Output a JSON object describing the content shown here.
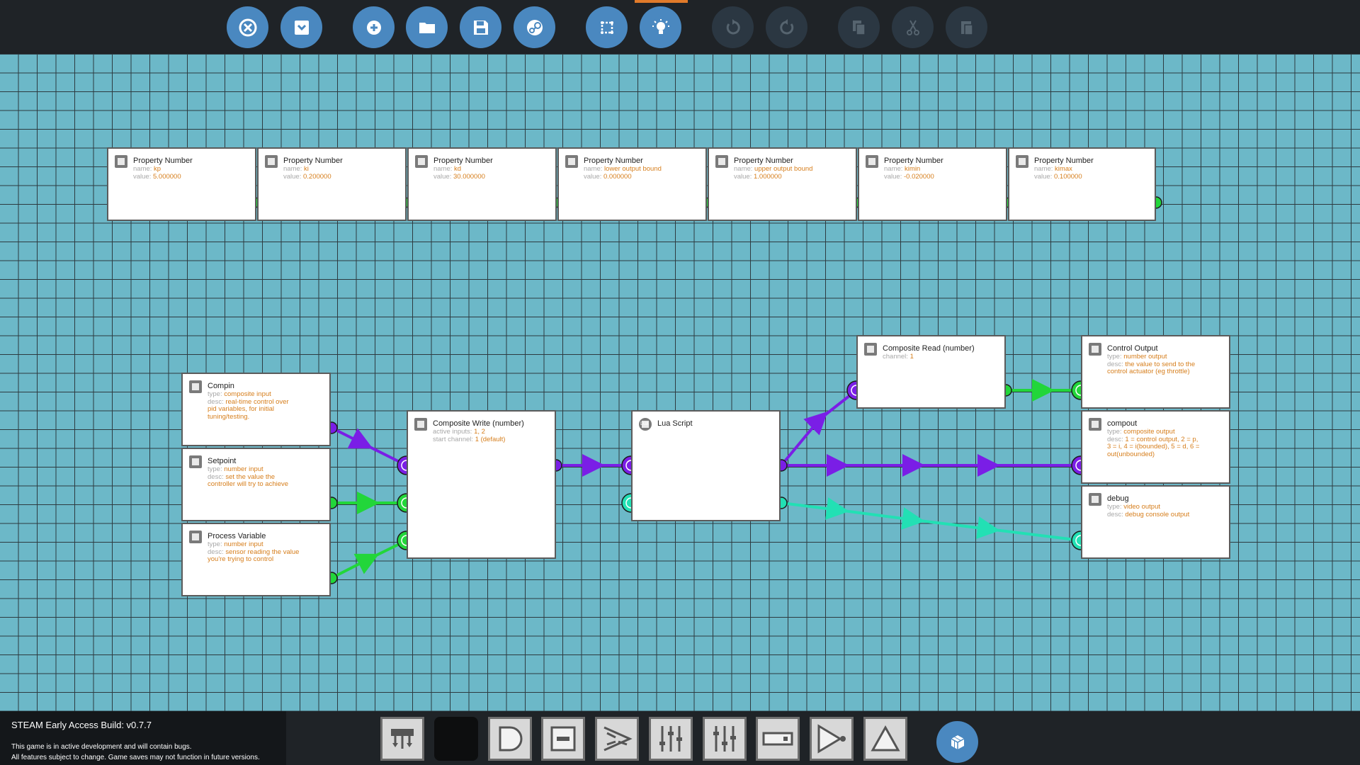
{
  "toolbar": {
    "buttons": [
      {
        "name": "close-button",
        "icon": "close-icon",
        "state": "enabled"
      },
      {
        "name": "collapse-button",
        "icon": "chevron-down-box-icon",
        "state": "enabled"
      },
      {
        "name": "new-button",
        "icon": "plus-circle-icon",
        "state": "enabled"
      },
      {
        "name": "open-button",
        "icon": "folder-icon",
        "state": "enabled"
      },
      {
        "name": "save-button",
        "icon": "floppy-icon",
        "state": "enabled"
      },
      {
        "name": "steam-button",
        "icon": "steam-icon",
        "state": "enabled"
      },
      {
        "name": "select-button",
        "icon": "selection-icon",
        "state": "enabled"
      },
      {
        "name": "hint-button",
        "icon": "lightbulb-icon",
        "state": "active"
      },
      {
        "name": "undo-button",
        "icon": "undo-icon",
        "state": "disabled"
      },
      {
        "name": "redo-button",
        "icon": "redo-icon",
        "state": "disabled"
      },
      {
        "name": "copy-button",
        "icon": "copy-icon",
        "state": "disabled"
      },
      {
        "name": "cut-button",
        "icon": "scissors-icon",
        "state": "disabled"
      },
      {
        "name": "paste-button",
        "icon": "paste-icon",
        "state": "disabled"
      }
    ]
  },
  "labels": {
    "name": "name:",
    "value": "value:",
    "type": "type:",
    "desc": "desc:",
    "active_inputs": "active inputs:",
    "start_channel": "start channel:",
    "channel": "channel:"
  },
  "properties": [
    {
      "title": "Property Number",
      "name": "kp",
      "value": "5.000000"
    },
    {
      "title": "Property Number",
      "name": "ki",
      "value": "0.200000"
    },
    {
      "title": "Property Number",
      "name": "kd",
      "value": "30.000000"
    },
    {
      "title": "Property Number",
      "name": "lower output bound",
      "value": "0.000000"
    },
    {
      "title": "Property Number",
      "name": "upper output bound",
      "value": "1.000000"
    },
    {
      "title": "Property Number",
      "name": "kimin",
      "value": "-0.020000"
    },
    {
      "title": "Property Number",
      "name": "kimax",
      "value": "0.100000"
    }
  ],
  "inputs": [
    {
      "title": "Compin",
      "type": "composite input",
      "desc": [
        "real-time control over",
        "pid variables, for initial",
        "tuning/testing."
      ]
    },
    {
      "title": "Setpoint",
      "type": "number input",
      "desc": [
        "set the value the",
        "controller will try to achieve"
      ]
    },
    {
      "title": "Process Variable",
      "type": "number input",
      "desc": [
        "sensor reading the value",
        "you're trying to control"
      ]
    }
  ],
  "composite_write": {
    "title": "Composite Write (number)",
    "active_inputs": "1, 2",
    "start_channel": "1 (default)"
  },
  "lua": {
    "title": "Lua Script",
    "icon_text": "Lua"
  },
  "composite_read": {
    "title": "Composite Read (number)",
    "channel": "1"
  },
  "outputs": [
    {
      "title": "Control Output",
      "type": "number output",
      "desc": [
        "the value to send to the",
        "control actuator (eg throttle)"
      ]
    },
    {
      "title": "compout",
      "type": "composite output",
      "desc": [
        "1 = control output, 2 = p,",
        "3 = i, 4 = i(bounded), 5 = d, 6 =",
        "out(unbounded)"
      ]
    },
    {
      "title": "debug",
      "type": "video output",
      "desc": [
        "debug console output"
      ]
    }
  ],
  "colors": {
    "canvas": "#6cb8c8",
    "grid": "#2d3a40",
    "number_wire": "#22d63a",
    "composite_wire": "#7a1ee6",
    "video_wire": "#22e0b4",
    "button": "#4a88c0",
    "active_underline": "#e07a2a"
  },
  "footer": {
    "build": "STEAM Early Access Build: v0.7.7",
    "note1": "This game is in active development and will contain bugs.",
    "note2": "All features subject to change. Game saves may not function in future versions."
  },
  "palette": [
    {
      "name": "io-category-button",
      "icon": "io-icon"
    },
    {
      "name": "empty-category-button",
      "icon": "none"
    },
    {
      "name": "logic-gate-category-button",
      "icon": "and-gate-icon"
    },
    {
      "name": "arithmetic-category-button",
      "icon": "minus-box-icon"
    },
    {
      "name": "routing-category-button",
      "icon": "routing-icon"
    },
    {
      "name": "mixer-category-button",
      "icon": "sliders-icon"
    },
    {
      "name": "property-category-button",
      "icon": "sliders-alt-icon"
    },
    {
      "name": "input-block-category-button",
      "icon": "input-box-icon"
    },
    {
      "name": "script-category-button",
      "icon": "play-out-icon"
    },
    {
      "name": "delta-category-button",
      "icon": "triangle-icon"
    }
  ],
  "bottom_round_icon": "cubes-icon"
}
